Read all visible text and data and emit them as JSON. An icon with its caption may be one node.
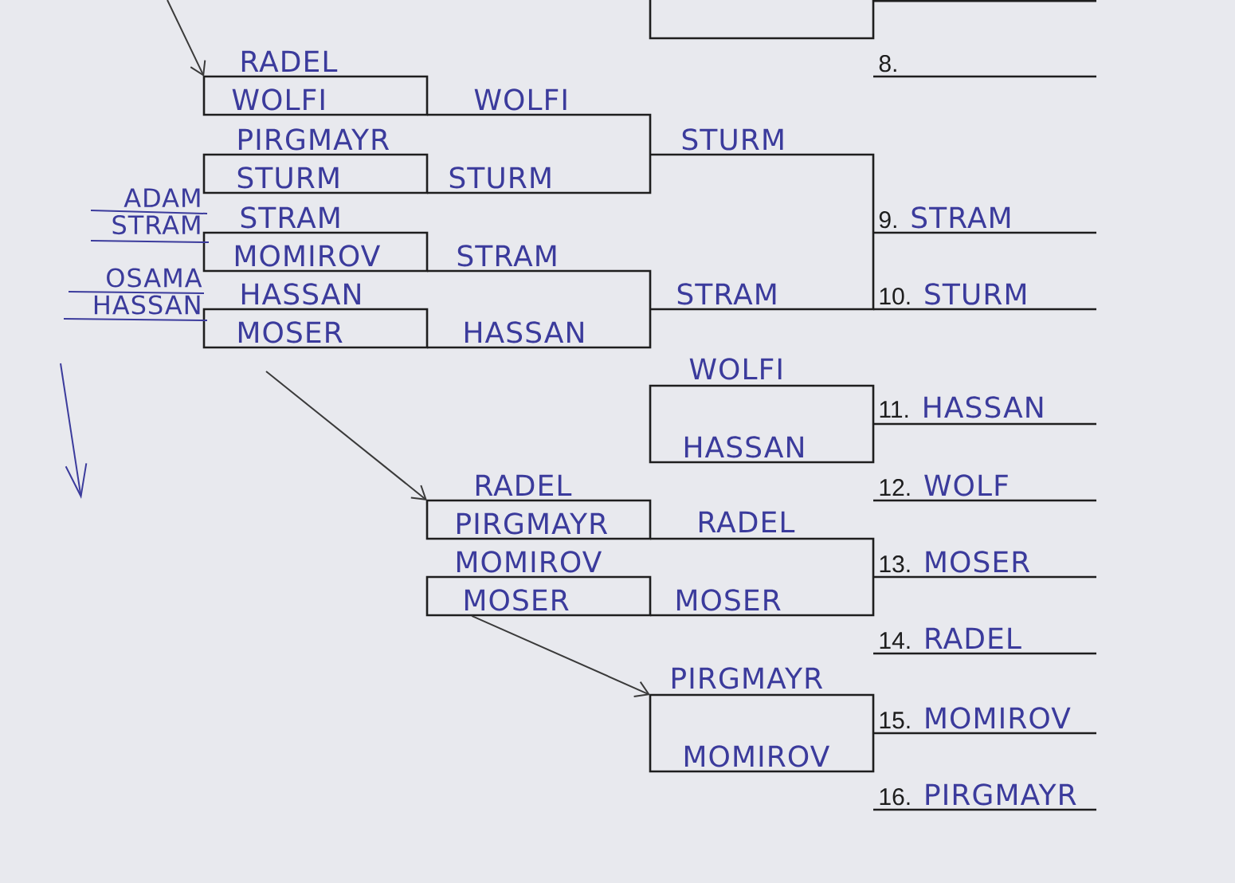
{
  "diagram": {
    "nodes": [
      {
        "text": [],
        "shape": "box"
      },
      {
        "text": [
          "RADEL",
          "WOLFI"
        ]
      },
      {
        "text": [
          "WOLFI",
          "STURM"
        ]
      },
      {
        "text": [
          "PIRGMAYR",
          "STURM"
        ]
      },
      {
        "text": [
          "STURM",
          "STRAM"
        ]
      },
      {
        "text": [
          "STRAM",
          "MOMIROV"
        ],
        "beside": [
          "ADAM STRAM"
        ]
      },
      {
        "text": [
          "STRAM",
          "HASSAN"
        ]
      },
      {
        "text": [
          "HASSAN",
          "MOSER"
        ],
        "beside": [
          "OSAMA HASSAN"
        ]
      },
      {
        "text": [
          "WOLFI",
          "HASSAN"
        ]
      },
      {
        "text": [
          "RADEL",
          "PIRGMAYR"
        ]
      },
      {
        "text": [
          "RADEL",
          "MOSER"
        ]
      },
      {
        "text": [
          "MOMIROV",
          "MOSER"
        ]
      },
      {
        "text": [
          "PIRGMAYR",
          "MOMIROV"
        ]
      }
    ],
    "edges": [
      {
        "from": null,
        "to": 1,
        "arrow": "to"
      },
      {
        "from": null,
        "to": 9,
        "arrow": "to"
      },
      {
        "from": 11,
        "to": 12,
        "arrow": "to"
      }
    ],
    "labels": [
      "8.",
      "9.",
      "STRAM",
      "10.",
      "STURM",
      "11.",
      "HASSAN",
      "12.",
      "WOLF",
      "13.",
      "MOSER",
      "14.",
      "RADEL",
      "15.",
      "MOMIROV",
      "16.",
      "PIRGMAYR"
    ]
  }
}
